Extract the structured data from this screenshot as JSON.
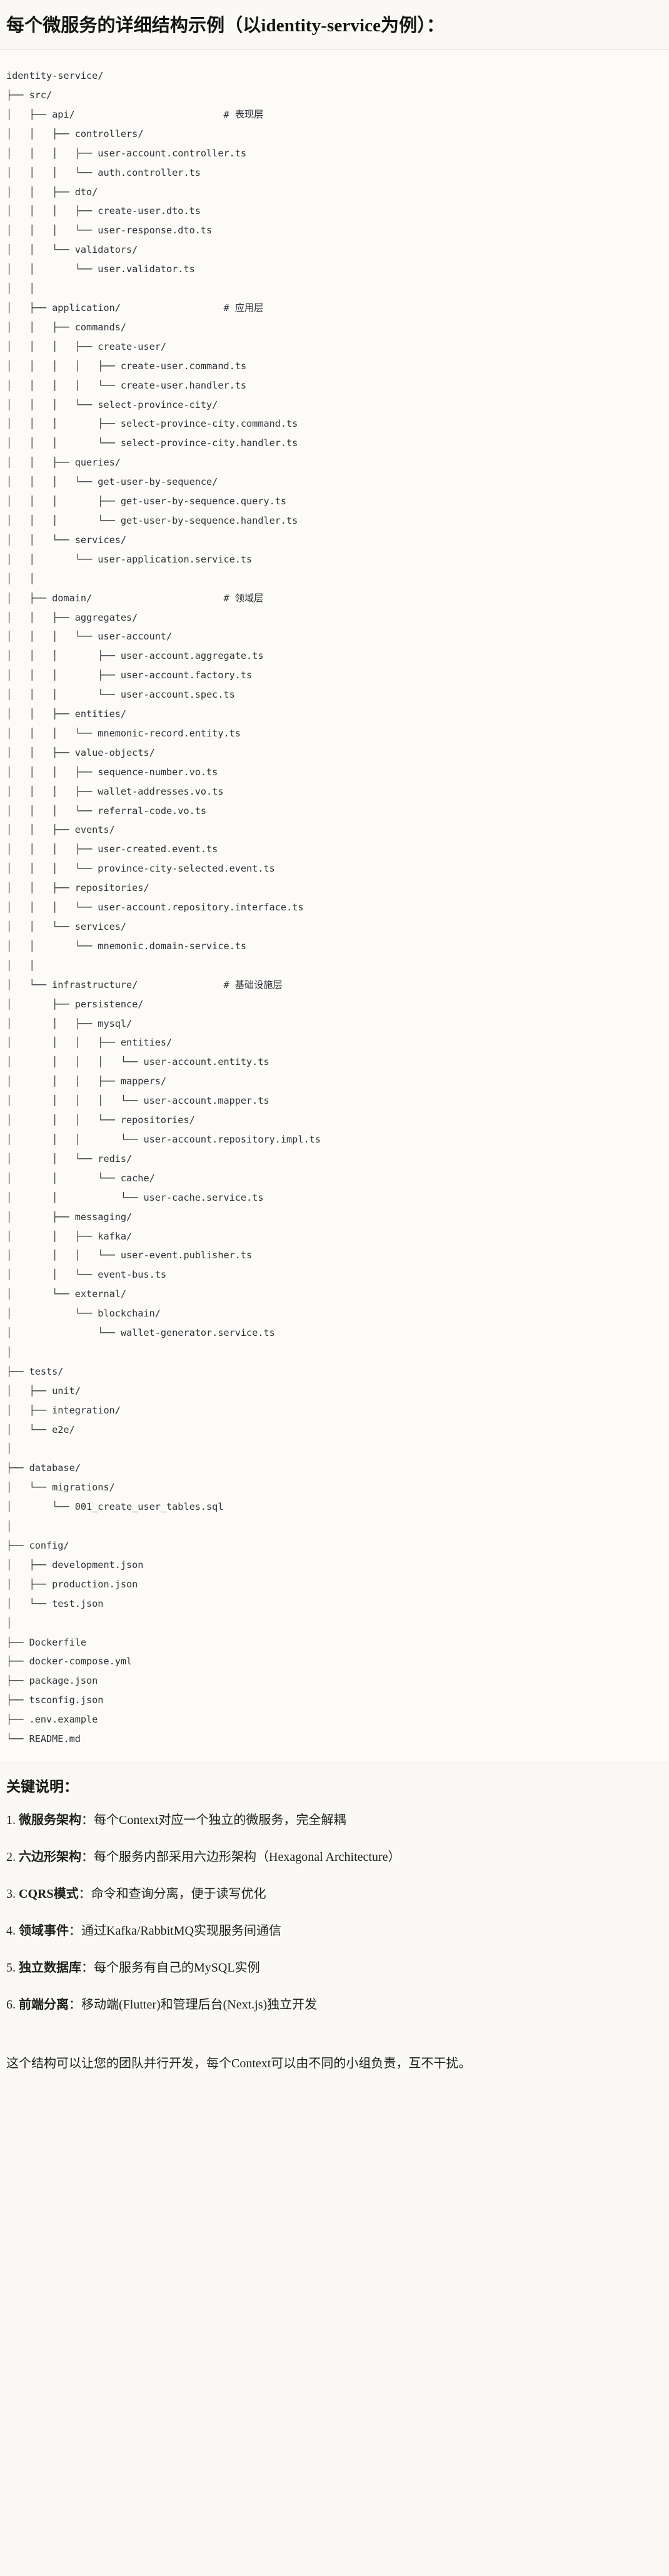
{
  "document": {
    "title": "每个微服务的详细结构示例（以identity-service为例）：",
    "closing_text": "这个结构可以让您的团队并行开发，每个Context可以由不同的小组负责，互不干扰。"
  },
  "tree": {
    "root": "identity-service/",
    "comments": {
      "api": "# 表现层",
      "application": "# 应用层",
      "domain": "# 领域层",
      "infrastructure": "# 基础设施层"
    },
    "text": "identity-service/\n├── src/\n│   ├── api/                          # 表现层\n│   │   ├── controllers/\n│   │   │   ├── user-account.controller.ts\n│   │   │   └── auth.controller.ts\n│   │   ├── dto/\n│   │   │   ├── create-user.dto.ts\n│   │   │   └── user-response.dto.ts\n│   │   └── validators/\n│   │       └── user.validator.ts\n│   │\n│   ├── application/                  # 应用层\n│   │   ├── commands/\n│   │   │   ├── create-user/\n│   │   │   │   ├── create-user.command.ts\n│   │   │   │   └── create-user.handler.ts\n│   │   │   └── select-province-city/\n│   │   │       ├── select-province-city.command.ts\n│   │   │       └── select-province-city.handler.ts\n│   │   ├── queries/\n│   │   │   └── get-user-by-sequence/\n│   │   │       ├── get-user-by-sequence.query.ts\n│   │   │       └── get-user-by-sequence.handler.ts\n│   │   └── services/\n│   │       └── user-application.service.ts\n│   │\n│   ├── domain/                       # 领域层\n│   │   ├── aggregates/\n│   │   │   └── user-account/\n│   │   │       ├── user-account.aggregate.ts\n│   │   │       ├── user-account.factory.ts\n│   │   │       └── user-account.spec.ts\n│   │   ├── entities/\n│   │   │   └── mnemonic-record.entity.ts\n│   │   ├── value-objects/\n│   │   │   ├── sequence-number.vo.ts\n│   │   │   ├── wallet-addresses.vo.ts\n│   │   │   └── referral-code.vo.ts\n│   │   ├── events/\n│   │   │   ├── user-created.event.ts\n│   │   │   └── province-city-selected.event.ts\n│   │   ├── repositories/\n│   │   │   └── user-account.repository.interface.ts\n│   │   └── services/\n│   │       └── mnemonic.domain-service.ts\n│   │\n│   └── infrastructure/               # 基础设施层\n│       ├── persistence/\n│       │   ├── mysql/\n│       │   │   ├── entities/\n│       │   │   │   └── user-account.entity.ts\n│       │   │   ├── mappers/\n│       │   │   │   └── user-account.mapper.ts\n│       │   │   └── repositories/\n│       │   │       └── user-account.repository.impl.ts\n│       │   └── redis/\n│       │       └── cache/\n│       │           └── user-cache.service.ts\n│       ├── messaging/\n│       │   ├── kafka/\n│       │   │   └── user-event.publisher.ts\n│       │   └── event-bus.ts\n│       └── external/\n│           └── blockchain/\n│               └── wallet-generator.service.ts\n│\n├── tests/\n│   ├── unit/\n│   ├── integration/\n│   └── e2e/\n│\n├── database/\n│   └── migrations/\n│       └── 001_create_user_tables.sql\n│\n├── config/\n│   ├── development.json\n│   ├── production.json\n│   └── test.json\n│\n├── Dockerfile\n├── docker-compose.yml\n├── package.json\n├── tsconfig.json\n├── .env.example\n└── README.md"
  },
  "notes": {
    "heading": "关键说明：",
    "items": [
      {
        "num": "1.",
        "label": "微服务架构",
        "sep": "：",
        "text": "每个Context对应一个独立的微服务，完全解耦"
      },
      {
        "num": "2.",
        "label": "六边形架构",
        "sep": "：",
        "text": "每个服务内部采用六边形架构（Hexagonal Architecture）"
      },
      {
        "num": "3.",
        "label": "CQRS模式",
        "sep": "：",
        "text": "命令和查询分离，便于读写优化"
      },
      {
        "num": "4.",
        "label": "领域事件",
        "sep": "：",
        "text": "通过Kafka/RabbitMQ实现服务间通信"
      },
      {
        "num": "5.",
        "label": "独立数据库",
        "sep": "：",
        "text": "每个服务有自己的MySQL实例"
      },
      {
        "num": "6.",
        "label": "前端分离",
        "sep": "：",
        "text": "移动端(Flutter)和管理后台(Next.js)独立开发"
      }
    ]
  },
  "colors": {
    "page_bg": "#faf9f5",
    "code_bg": "#fcfbf8",
    "text": "#141413",
    "code_text": "#2f3037",
    "divider": "#e3e1d9"
  }
}
